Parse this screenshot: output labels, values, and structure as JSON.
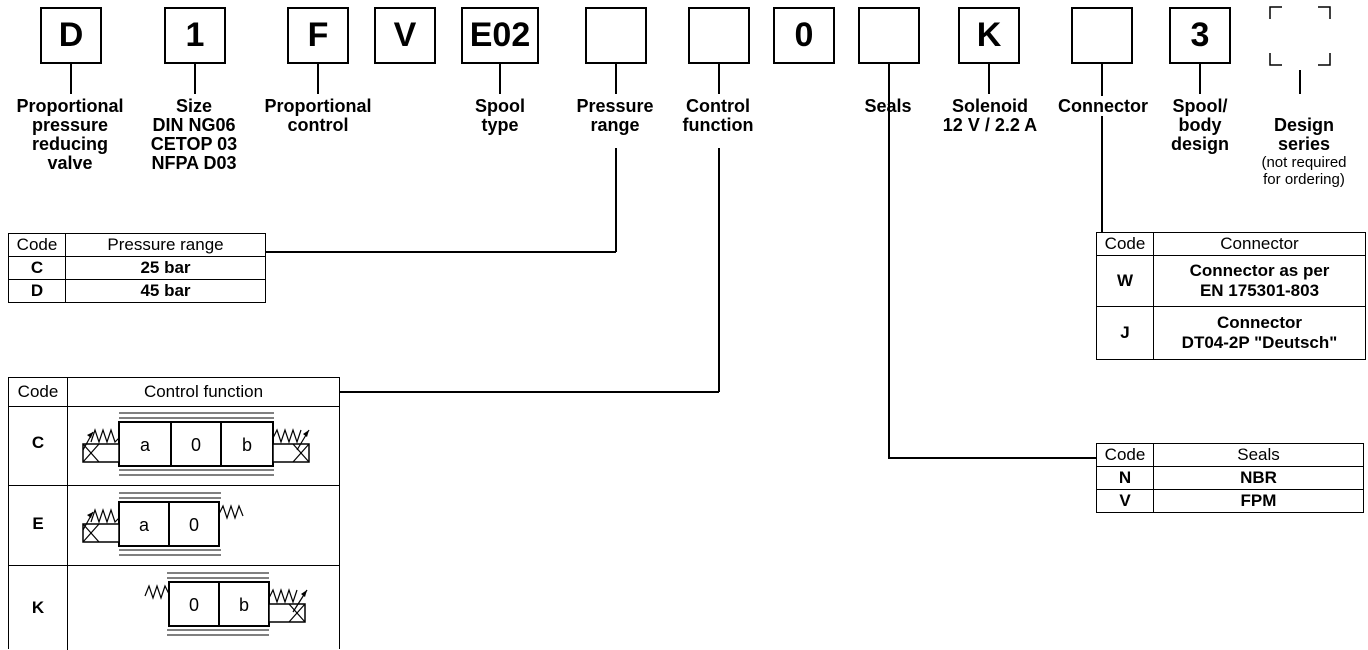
{
  "code_boxes": [
    {
      "id": "proportional-pressure-reducing-valve",
      "value": "D"
    },
    {
      "id": "size",
      "value": "1"
    },
    {
      "id": "proportional-control",
      "value": "F"
    },
    {
      "id": "fixed-v",
      "value": "V"
    },
    {
      "id": "spool-type",
      "value": "E02"
    },
    {
      "id": "pressure-range",
      "value": ""
    },
    {
      "id": "control-function",
      "value": ""
    },
    {
      "id": "fixed-0",
      "value": "0"
    },
    {
      "id": "seals",
      "value": ""
    },
    {
      "id": "solenoid",
      "value": "K"
    },
    {
      "id": "connector",
      "value": ""
    },
    {
      "id": "spool-body-design",
      "value": "3"
    },
    {
      "id": "design-series",
      "value": ""
    }
  ],
  "labels": {
    "valve": "Proportional\npressure\nreducing\nvalve",
    "size": "Size\nDIN NG06\nCETOP 03\nNFPA D03",
    "control": "Proportional\ncontrol",
    "spool": "Spool\ntype",
    "pressure": "Pressure\nrange",
    "function": "Control\nfunction",
    "seals": "Seals",
    "solenoid": "Solenoid\n12 V / 2.2 A",
    "connector": "Connector",
    "spool_body": "Spool/\nbody\ndesign",
    "design_series": "Design\nseries",
    "design_series_note": "(not required\nfor ordering)"
  },
  "pressure_table": {
    "headers": [
      "Code",
      "Pressure range"
    ],
    "rows": [
      [
        "C",
        "25 bar"
      ],
      [
        "D",
        "45 bar"
      ]
    ]
  },
  "control_table": {
    "headers": [
      "Code",
      "Control function"
    ],
    "rows": [
      {
        "code": "C",
        "cells": [
          "a",
          "0",
          "b"
        ]
      },
      {
        "code": "E",
        "cells": [
          "a",
          "0"
        ]
      },
      {
        "code": "K",
        "cells": [
          "0",
          "b"
        ]
      }
    ]
  },
  "connector_table": {
    "headers": [
      "Code",
      "Connector"
    ],
    "rows": [
      [
        "W",
        "Connector as per\nEN 175301-803"
      ],
      [
        "J",
        "Connector\nDT04-2P \"Deutsch\""
      ]
    ]
  },
  "seals_table": {
    "headers": [
      "Code",
      "Seals"
    ],
    "rows": [
      [
        "N",
        "NBR"
      ],
      [
        "V",
        "FPM"
      ]
    ]
  }
}
